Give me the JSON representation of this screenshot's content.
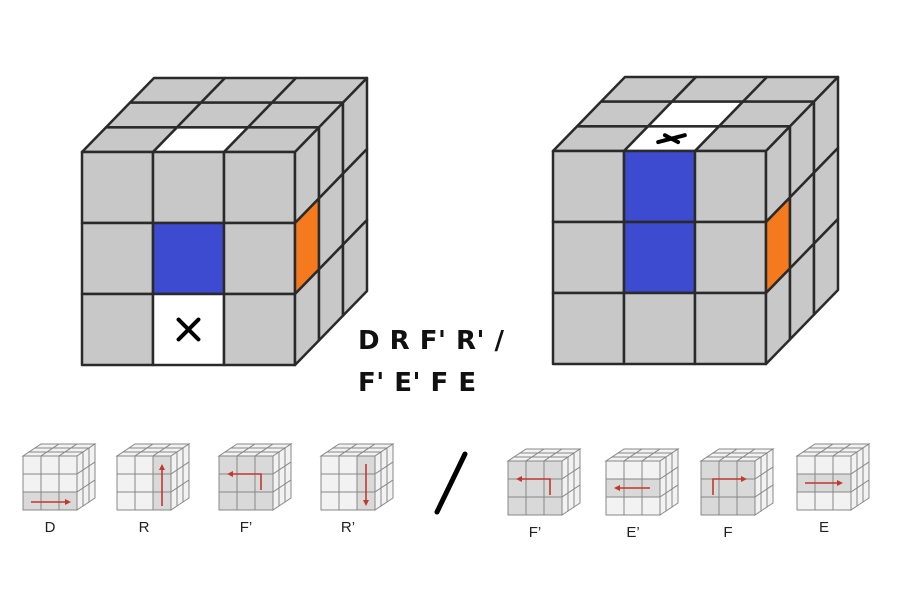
{
  "colors": {
    "sticker_gray": "#c8c8c8",
    "sticker_blue": "#3d4bd0",
    "sticker_orange": "#f57a1e",
    "sticker_white": "#ffffff",
    "edge": "#2a2a2a",
    "arrow_red": "#c0392b",
    "mini_sticker": "#f2f2f2",
    "mini_shaded": "#d9d9d9",
    "mini_edge": "#888888"
  },
  "algorithm": {
    "line1": "D R F' R' /",
    "line2": "F' E' F E"
  },
  "cube_before": {
    "front": [
      [
        "gray",
        "gray",
        "gray"
      ],
      [
        "gray",
        "blue",
        "gray"
      ],
      [
        "gray",
        "white-x",
        "gray"
      ]
    ],
    "top": [
      [
        "gray",
        "gray",
        "gray"
      ],
      [
        "gray",
        "gray",
        "gray"
      ],
      [
        "gray",
        "white",
        "gray"
      ]
    ],
    "right": [
      [
        "gray",
        "gray",
        "gray"
      ],
      [
        "orange",
        "gray",
        "gray"
      ],
      [
        "gray",
        "gray",
        "gray"
      ]
    ]
  },
  "cube_after": {
    "front": [
      [
        "gray",
        "blue",
        "gray"
      ],
      [
        "gray",
        "blue",
        "gray"
      ],
      [
        "gray",
        "gray",
        "gray"
      ]
    ],
    "top": [
      [
        "gray",
        "gray",
        "gray"
      ],
      [
        "gray",
        "white",
        "gray"
      ],
      [
        "gray",
        "white-x",
        "gray"
      ]
    ],
    "right": [
      [
        "gray",
        "gray",
        "gray"
      ],
      [
        "orange",
        "gray",
        "gray"
      ],
      [
        "gray",
        "gray",
        "gray"
      ]
    ]
  },
  "separator": "/",
  "moves_group1": [
    {
      "label": "D",
      "arrow": "bottom-right"
    },
    {
      "label": "R",
      "arrow": "right-up"
    },
    {
      "label": "F’",
      "arrow": "ccw-front"
    },
    {
      "label": "R’",
      "arrow": "right-down"
    }
  ],
  "moves_group2": [
    {
      "label": "F’",
      "arrow": "ccw-front"
    },
    {
      "label": "E’",
      "arrow": "middle-left"
    },
    {
      "label": "F",
      "arrow": "cw-front"
    },
    {
      "label": "E",
      "arrow": "middle-right"
    }
  ]
}
